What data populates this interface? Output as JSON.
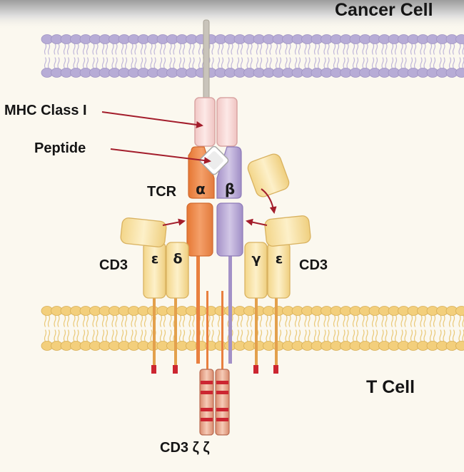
{
  "labels": {
    "cancer_cell": "Cancer Cell",
    "t_cell": "T Cell",
    "mhc": "MHC Class I",
    "peptide": "Peptide",
    "tcr": "TCR",
    "cd3_left": "CD3",
    "cd3_right": "CD3",
    "cd3_zeta": "CD3 ζ ζ"
  },
  "chains": {
    "tcr_alpha": "α",
    "tcr_beta": "β",
    "epsilon_left": "ε",
    "delta": "δ",
    "gamma": "γ",
    "epsilon_right": "ε"
  },
  "colors": {
    "membrane_top_head": "#b7acd6",
    "membrane_bottom_head": "#f3cf7c",
    "tcr_alpha": "#ec8a4f",
    "tcr_beta": "#b1a0d0",
    "mhc": "#f6d4d2",
    "cd3": "#f7e1a4",
    "zeta_band": "#cc2631",
    "arrow": "#a31d2b"
  },
  "icons": {
    "arrows": "red-arrow-icon"
  }
}
